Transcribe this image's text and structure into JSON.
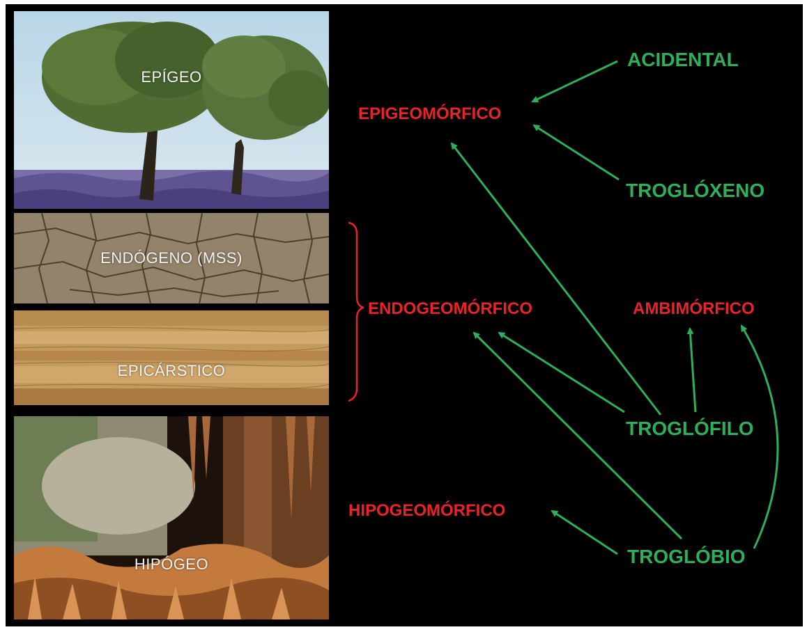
{
  "colors": {
    "background": "#000000",
    "red_term": "#e8232a",
    "green_term": "#2fae5c",
    "arrow": "#2fae5c",
    "bracket": "#e8232a"
  },
  "layers": {
    "epigeo": "EPÍGEO",
    "endogeno": "ENDÓGENO (MSS)",
    "epicarstico": "EPICÁRSTICO",
    "hipogeo": "HIPÓGEO"
  },
  "morphotypes": {
    "epigeomorfico": "EPIGEOMÓRFICO",
    "endogeomorfico": "ENDOGEOMÓRFICO",
    "hipogeomorfico": "HIPOGEOMÓRFICO",
    "ambimorfico": "AMBIMÓRFICO"
  },
  "ecological_categories": {
    "acidental": "ACIDENTAL",
    "trogloxeno": "TROGLÓXENO",
    "troglofilo": "TROGLÓFILO",
    "troglobio": "TROGLÓBIO"
  }
}
